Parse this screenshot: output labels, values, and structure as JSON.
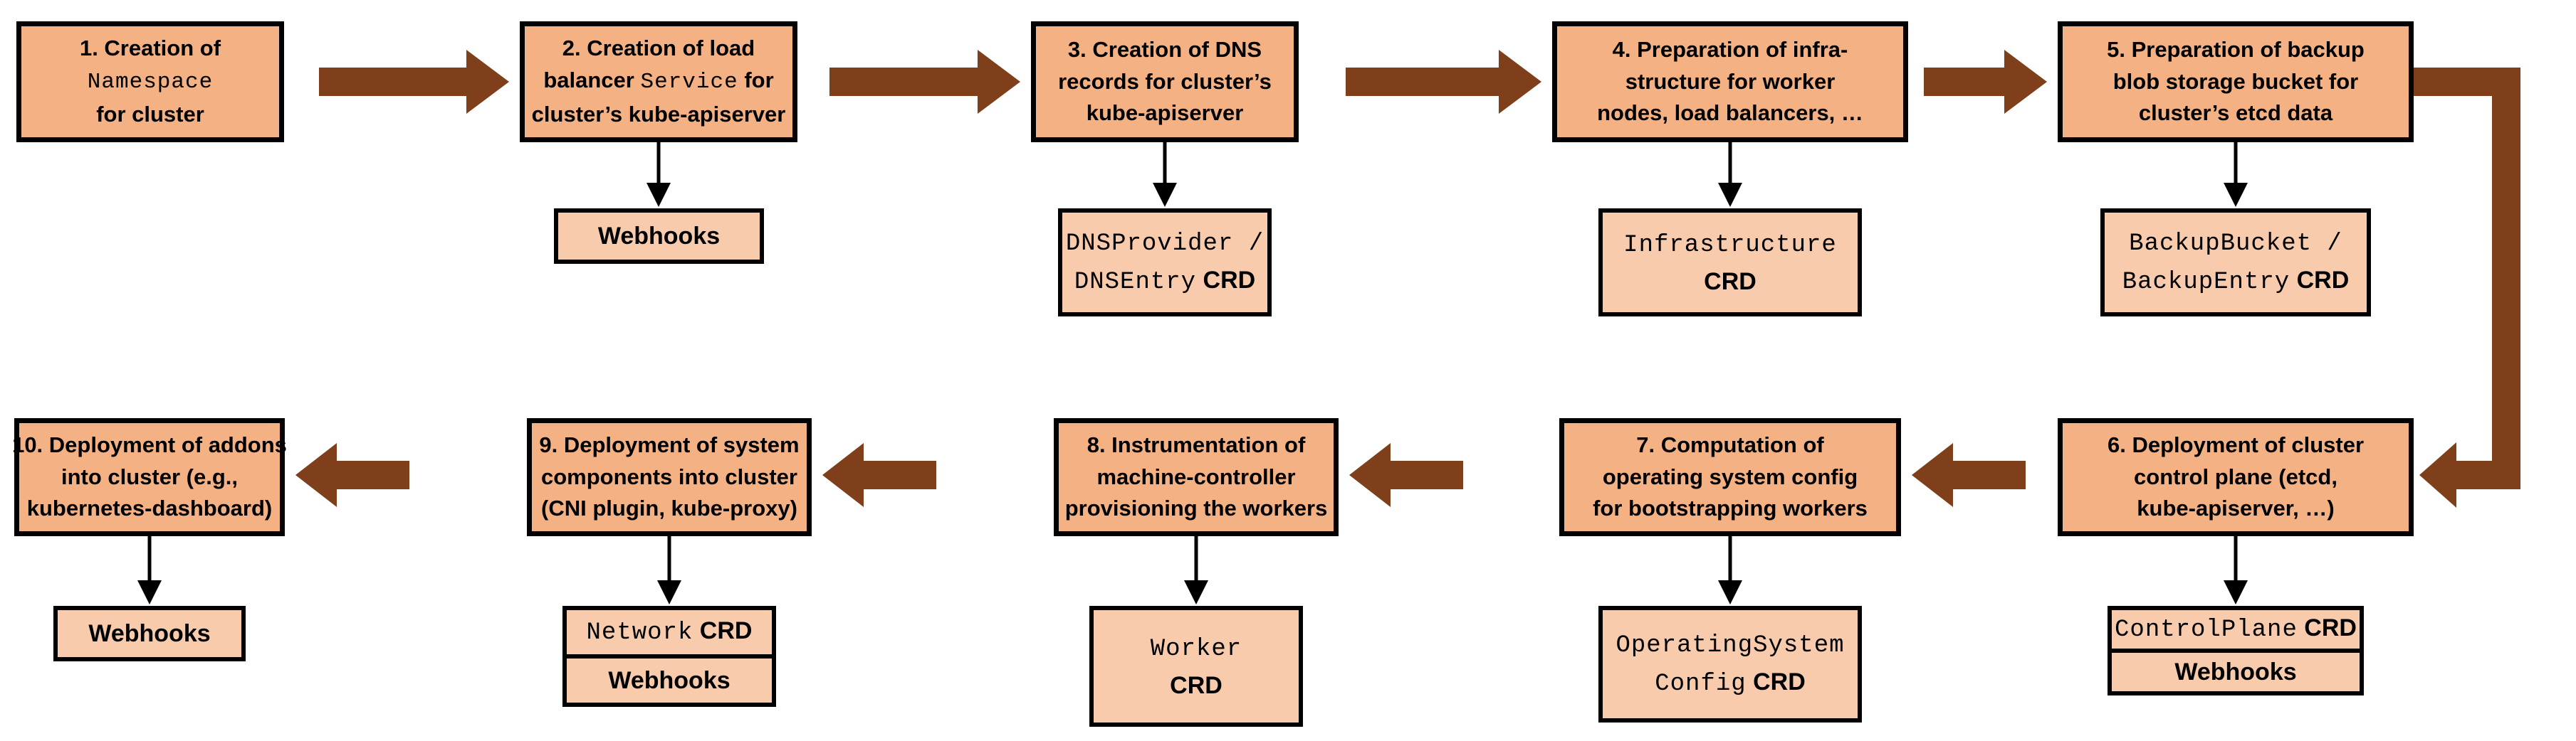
{
  "diagram": {
    "colors": {
      "main_fill": "#F4B183",
      "sub_fill": "#F8CBAD",
      "arrow": "#7E3F1A",
      "border": "#000000",
      "connector": "#000000",
      "background": "#FFFFFF"
    },
    "steps": [
      {
        "id": "1",
        "title_lines": [
          [
            {
              "t": "1. Creation of"
            }
          ],
          [
            {
              "t": "Namespace",
              "mono": true
            }
          ],
          [
            {
              "t": "for cluster"
            }
          ]
        ],
        "sub_boxes": []
      },
      {
        "id": "2",
        "title_lines": [
          [
            {
              "t": "2. Creation of load"
            }
          ],
          [
            {
              "t": "balancer "
            },
            {
              "t": "Service",
              "mono": true
            },
            {
              "t": " for"
            }
          ],
          [
            {
              "t": "cluster’s kube-apiserver"
            }
          ]
        ],
        "sub_boxes": [
          {
            "lines": [
              [
                {
                  "t": "Webhooks"
                }
              ]
            ]
          }
        ]
      },
      {
        "id": "3",
        "title_lines": [
          [
            {
              "t": "3. Creation of DNS"
            }
          ],
          [
            {
              "t": "records for cluster’s"
            }
          ],
          [
            {
              "t": "kube-apiserver"
            }
          ]
        ],
        "sub_boxes": [
          {
            "lines": [
              [
                {
                  "t": "DNSProvider /",
                  "mono": true
                }
              ],
              [
                {
                  "t": "DNSEntry",
                  "mono": true
                },
                {
                  "t": " CRD",
                  "bold": true
                }
              ]
            ]
          }
        ]
      },
      {
        "id": "4",
        "title_lines": [
          [
            {
              "t": "4. Preparation of infra-"
            }
          ],
          [
            {
              "t": "structure for worker"
            }
          ],
          [
            {
              "t": "nodes, load balancers, …"
            }
          ]
        ],
        "sub_boxes": [
          {
            "lines": [
              [
                {
                  "t": "Infrastructure",
                  "mono": true
                }
              ],
              [
                {
                  "t": "CRD",
                  "bold": true
                }
              ]
            ]
          }
        ]
      },
      {
        "id": "5",
        "title_lines": [
          [
            {
              "t": "5. Preparation of backup"
            }
          ],
          [
            {
              "t": "blob storage bucket for"
            }
          ],
          [
            {
              "t": "cluster’s etcd data"
            }
          ]
        ],
        "sub_boxes": [
          {
            "lines": [
              [
                {
                  "t": "BackupBucket /",
                  "mono": true
                }
              ],
              [
                {
                  "t": "BackupEntry",
                  "mono": true
                },
                {
                  "t": " CRD",
                  "bold": true
                }
              ]
            ]
          }
        ]
      },
      {
        "id": "6",
        "title_lines": [
          [
            {
              "t": "6. Deployment of cluster"
            }
          ],
          [
            {
              "t": "control plane (etcd,"
            }
          ],
          [
            {
              "t": "kube-apiserver, …)"
            }
          ]
        ],
        "sub_boxes": [
          {
            "lines": [
              [
                {
                  "t": "ControlPlane",
                  "mono": true
                },
                {
                  "t": " CRD",
                  "bold": true
                }
              ]
            ]
          },
          {
            "lines": [
              [
                {
                  "t": "Webhooks"
                }
              ]
            ]
          }
        ]
      },
      {
        "id": "7",
        "title_lines": [
          [
            {
              "t": "7. Computation of"
            }
          ],
          [
            {
              "t": "operating system config"
            }
          ],
          [
            {
              "t": "for bootstrapping workers"
            }
          ]
        ],
        "sub_boxes": [
          {
            "lines": [
              [
                {
                  "t": "OperatingSystem",
                  "mono": true
                }
              ],
              [
                {
                  "t": "Config",
                  "mono": true
                },
                {
                  "t": " CRD",
                  "bold": true
                }
              ]
            ]
          }
        ]
      },
      {
        "id": "8",
        "title_lines": [
          [
            {
              "t": "8. Instrumentation of"
            }
          ],
          [
            {
              "t": "machine-controller"
            }
          ],
          [
            {
              "t": "provisioning the workers"
            }
          ]
        ],
        "sub_boxes": [
          {
            "lines": [
              [
                {
                  "t": "Worker",
                  "mono": true
                }
              ],
              [
                {
                  "t": "CRD",
                  "bold": true
                }
              ]
            ]
          }
        ]
      },
      {
        "id": "9",
        "title_lines": [
          [
            {
              "t": "9. Deployment of system"
            }
          ],
          [
            {
              "t": "components into cluster"
            }
          ],
          [
            {
              "t": "(CNI plugin, kube-proxy)"
            }
          ]
        ],
        "sub_boxes": [
          {
            "lines": [
              [
                {
                  "t": "Network",
                  "mono": true
                },
                {
                  "t": " CRD",
                  "bold": true
                }
              ]
            ]
          },
          {
            "lines": [
              [
                {
                  "t": "Webhooks"
                }
              ]
            ]
          }
        ]
      },
      {
        "id": "10",
        "title_lines": [
          [
            {
              "t": "10. Deployment of addons"
            }
          ],
          [
            {
              "t": "into cluster (e.g.,"
            }
          ],
          [
            {
              "t": "kubernetes-dashboard)"
            }
          ]
        ],
        "sub_boxes": [
          {
            "lines": [
              [
                {
                  "t": "Webhooks"
                }
              ]
            ]
          }
        ]
      }
    ],
    "flow_order": [
      "1",
      "2",
      "3",
      "4",
      "5",
      "6",
      "7",
      "8",
      "9",
      "10"
    ]
  }
}
